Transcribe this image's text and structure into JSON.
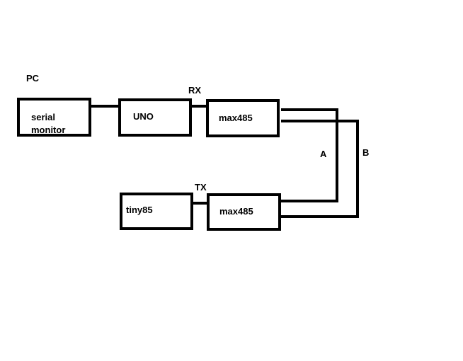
{
  "labels": {
    "pc": "PC",
    "rx": "RX",
    "tx": "TX",
    "line_a": "A",
    "line_b": "B"
  },
  "blocks": {
    "serial_monitor": {
      "line1": "serial",
      "line2": "monitor"
    },
    "uno": "UNO",
    "max485_top": "max485",
    "tiny85": "tiny85",
    "max485_bottom": "max485"
  },
  "colors": {
    "stroke": "#000000",
    "background": "#ffffff"
  }
}
